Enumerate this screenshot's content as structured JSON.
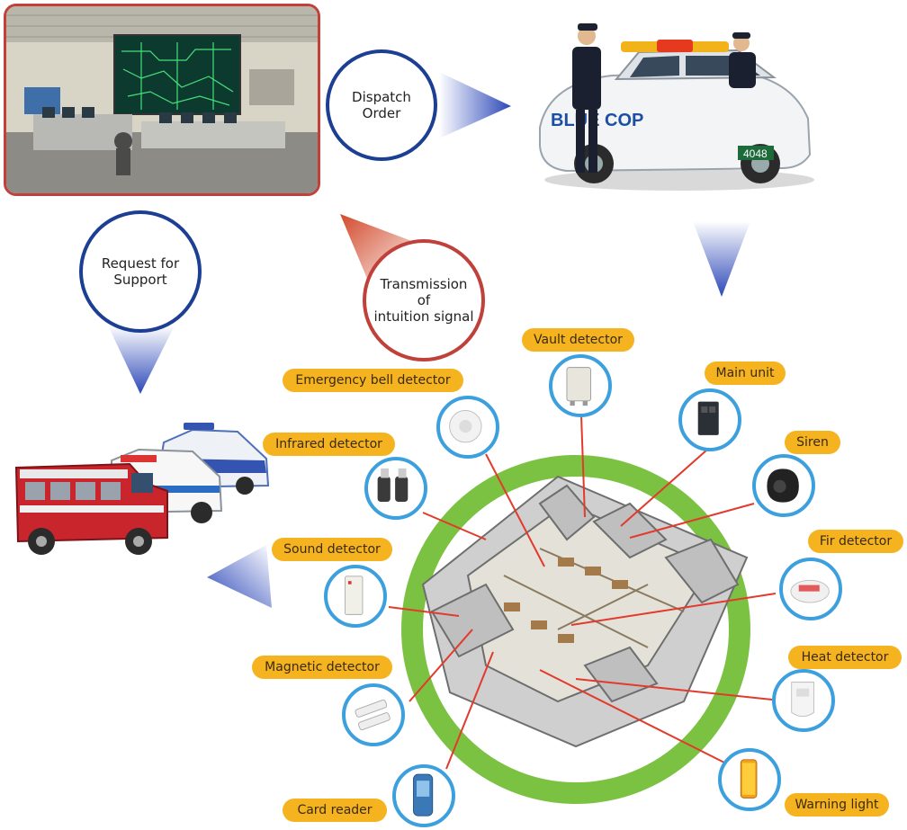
{
  "flow_labels": {
    "dispatch": "Dispatch\nOrder",
    "request": "Request for\nSupport",
    "transmission": "Transmission\nof\nintuition signal"
  },
  "car_text": {
    "brand": "BLUE COP",
    "plate": "4048"
  },
  "devices": {
    "vault": "Vault detector",
    "main_unit": "Main unit",
    "emergency_bell": "Emergency bell detector",
    "infrared": "Infrared detector",
    "siren": "Siren",
    "fir": "Fir detector",
    "sound": "Sound detector",
    "magnetic": "Magnetic detector",
    "heat": "Heat detector",
    "card_reader": "Card reader",
    "warning_light": "Warning light"
  },
  "colors": {
    "ring": "#7cc242",
    "device_border": "#3da0de",
    "pill": "#f6b320",
    "arrow_blue": "#2c48b8",
    "arrow_red": "#d24a2c",
    "pointer": "#e23a2c"
  }
}
